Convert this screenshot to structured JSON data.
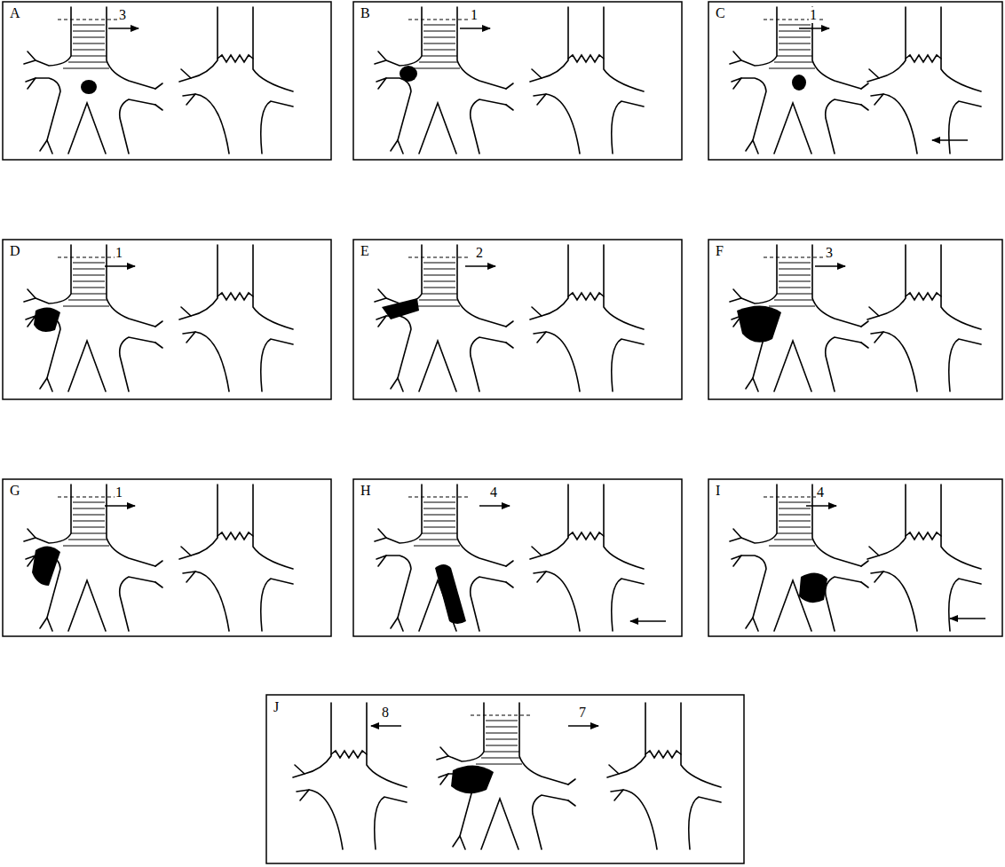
{
  "diagram": {
    "labels": [
      "A",
      "3",
      "B",
      "1",
      "C",
      "1",
      "D",
      "1",
      "E",
      "2",
      "F",
      "3",
      "G",
      "1",
      "H",
      "4",
      "I",
      "4",
      "J",
      "8",
      "7"
    ]
  }
}
